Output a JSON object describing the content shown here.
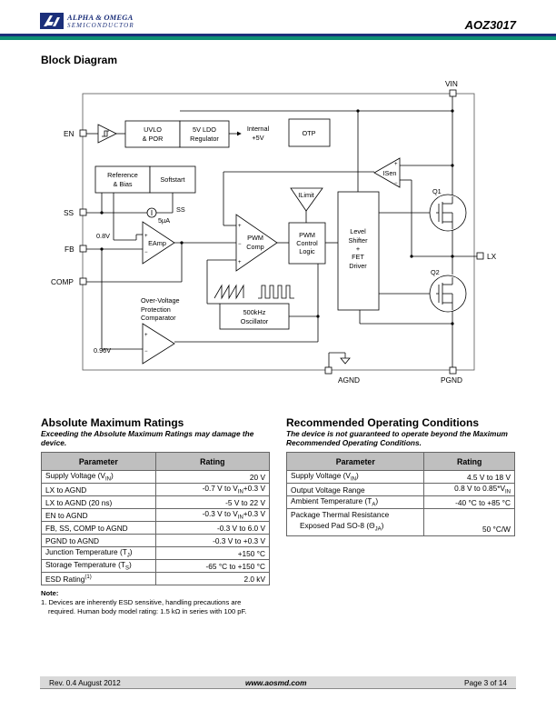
{
  "header": {
    "company_line1": "ALPHA & OMEGA",
    "company_line2": "SEMICONDUCTOR",
    "part_number": "AOZ3017",
    "colors": {
      "navy": "#1b2f7a",
      "teal": "#0e8f74"
    }
  },
  "block_diagram": {
    "title": "Block Diagram",
    "pins": {
      "vin": "VIN",
      "en": "EN",
      "ss": "SS",
      "fb": "FB",
      "comp": "COMP",
      "lx": "LX",
      "agnd": "AGND",
      "pgnd": "PGND"
    },
    "blocks": {
      "uvlo": [
        "UVLO",
        "& POR"
      ],
      "ldo": [
        "5V LDO",
        "Regulator"
      ],
      "internal": [
        "Internal",
        "+5V"
      ],
      "otp": "OTP",
      "ref": [
        "Reference",
        "& Bias"
      ],
      "softstart": "Softstart",
      "ilimit": "ILimit",
      "isen": "ISen",
      "eamp": "EAmp",
      "pwm_comp": [
        "PWM",
        "Comp"
      ],
      "pwm_logic": [
        "PWM",
        "Control",
        "Logic"
      ],
      "level": [
        "Level",
        "Shifter",
        "+",
        "FET",
        "Driver"
      ],
      "osc": [
        "500kHz",
        "Oscillator"
      ],
      "ovp": [
        "Over-Voltage",
        "Protection",
        "Comparator"
      ]
    },
    "labels": {
      "ss_pin_label": "SS",
      "ss_current": "5µA",
      "vref": "0.8V",
      "ovp_ref": "0.96V",
      "q1": "Q1",
      "q2": "Q2",
      "plus": "+",
      "minus": "−"
    }
  },
  "abs_max": {
    "title": "Absolute Maximum Ratings",
    "subtitle": "Exceeding the Absolute Maximum Ratings may damage the device.",
    "headers": [
      "Parameter",
      "Rating"
    ],
    "rows": [
      {
        "p": "Supply Voltage (V",
        "ps": "IN",
        "pe": ")",
        "r": "20 V"
      },
      {
        "p": "LX to AGND",
        "r": "-0.7 V to V",
        "rs": "IN",
        "re": "+0.3 V"
      },
      {
        "p": "LX to AGND (20 ns)",
        "r": "-5 V to 22 V"
      },
      {
        "p": "EN to AGND",
        "r": "-0.3 V to V",
        "rs": "IN",
        "re": "+0.3 V"
      },
      {
        "p": "FB, SS, COMP to AGND",
        "r": "-0.3 V to 6.0 V"
      },
      {
        "p": "PGND to AGND",
        "r": "-0.3 V to +0.3 V"
      },
      {
        "p": "Junction Temperature (T",
        "ps": "J",
        "pe": ")",
        "r": "+150 °C"
      },
      {
        "p": "Storage Temperature (T",
        "ps": "S",
        "pe": ")",
        "r": "-65 °C to +150 °C"
      },
      {
        "p": "ESD Rating",
        "psup": "(1)",
        "r": "2.0 kV"
      }
    ],
    "note_title": "Note:",
    "note_line1": "1. Devices are inherently ESD sensitive, handling precautions are",
    "note_line2": "required. Human body model rating: 1.5 kΩ in series with 100 pF."
  },
  "rec_op": {
    "title": "Recommended Operating Conditions",
    "subtitle": "The device is not guaranteed to operate beyond the Maximum Recommended Operating Conditions.",
    "headers": [
      "Parameter",
      "Rating"
    ],
    "rows": [
      {
        "p": "Supply Voltage (V",
        "ps": "IN",
        "pe": ")",
        "r": "4.5 V to 18 V"
      },
      {
        "p": "Output Voltage Range",
        "r": "0.8 V to 0.85*V",
        "rs": "IN"
      },
      {
        "p": "Ambient Temperature (T",
        "ps": "A",
        "pe": ")",
        "r": "-40 °C to +85 °C"
      }
    ],
    "thermal_p1": "Package Thermal Resistance",
    "thermal_p2": "Exposed Pad SO-8 (Θ",
    "thermal_p2s": "JA",
    "thermal_p2e": ")",
    "thermal_r": "50 °C/W"
  },
  "footer": {
    "rev": "Rev. 0.4 August 2012",
    "url": "www.aosmd.com",
    "page": "Page 3 of 14"
  }
}
